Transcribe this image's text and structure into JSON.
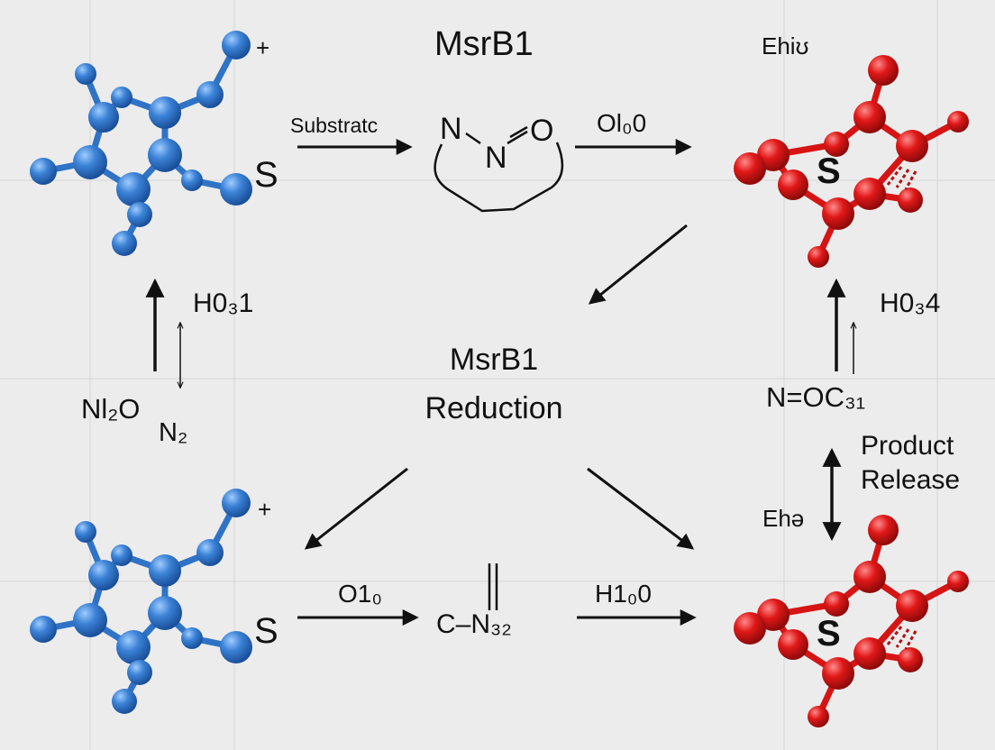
{
  "diagram": {
    "title": "MsrB1",
    "center_label_line1": "MsrB1",
    "center_label_line2": "Reduction",
    "top_row": {
      "substrate_label": "Substratc",
      "intermediate_n1": "N",
      "intermediate_n2": "N",
      "intermediate_o": "O",
      "arrow_label": "Ol₀0",
      "right_label": "Ehiʊ"
    },
    "left_column": {
      "blue_top_plus": "+",
      "blue_top_s": "S",
      "vertical_label": "H0₃1",
      "bottom_label_a": "Nl₂O",
      "bottom_label_b": "N₂"
    },
    "right_column": {
      "vertical_label": "H0₃4",
      "formula_label": "N=OC₃₁",
      "product_release_line1": "Product",
      "product_release_line2": "Release",
      "side_label": "Ehə"
    },
    "bottom_row": {
      "blue_bottom_plus": "+",
      "blue_bottom_s": "S",
      "left_arrow_label": "O1₀",
      "middle_formula": "C–N₃₂",
      "right_arrow_label": "H1₀0"
    },
    "red_top_s": "S",
    "red_bottom_s": "S",
    "colors": {
      "blue_molecule": "#3b82d6",
      "red_molecule": "#e01818",
      "arrow": "#111111",
      "background": "#ececec",
      "grid": "#d9d9d9"
    }
  }
}
